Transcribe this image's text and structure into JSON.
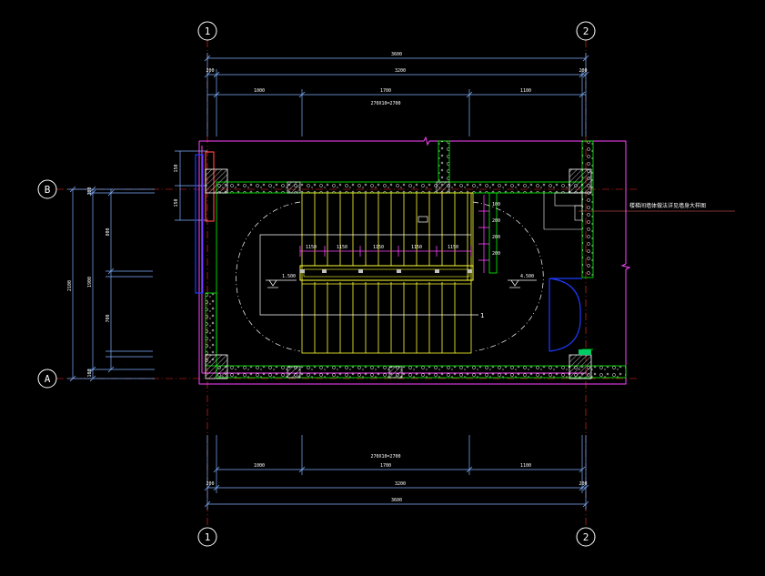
{
  "colors": {
    "background": "#000000",
    "axis": "#ff2a2a",
    "bubble": "#ffffff",
    "dimension": "#7fb2ff",
    "wall": "#00ff00",
    "stair": "#ffff33",
    "boundary": "#ff44ff",
    "door": "#1e3cff",
    "hatch": "#ffffff",
    "redline": "#ff4040"
  },
  "grid": {
    "vertical": [
      "1",
      "2"
    ],
    "horizontal": [
      "B",
      "A"
    ]
  },
  "dims": {
    "top_overall": "3600",
    "top_sub_left": "200",
    "top_sub_mid": "3200",
    "top_sub_right": "200",
    "top_seg_left": "1000",
    "top_seg_mid": "1700",
    "top_seg_right": "1100",
    "top_step_note": "270X10=2700",
    "bottom_step_note": "270X10=2700",
    "bottom_seg_left": "1000",
    "bottom_seg_mid": "1700",
    "bottom_seg_right": "1100",
    "bottom_sub_left": "200",
    "bottom_sub_mid": "3200",
    "bottom_sub_right": "200",
    "bottom_overall": "3600",
    "left_overall": "2100",
    "left_sub": "1900",
    "left_top": "100",
    "left_seg1": "800",
    "left_seg2": "700",
    "left_bottom": "100",
    "window_dim_1": "150",
    "window_dim_2": "150",
    "level_left": "1.500",
    "level_right": "4.500",
    "stair_spans": [
      "1150",
      "1150",
      "1150",
      "1150",
      "1150"
    ],
    "side_marks": [
      "100",
      "200",
      "200",
      "200"
    ],
    "riser_label": "1"
  },
  "annotation": {
    "callout": "楼梯间墙体做法详见墙身大样图"
  }
}
